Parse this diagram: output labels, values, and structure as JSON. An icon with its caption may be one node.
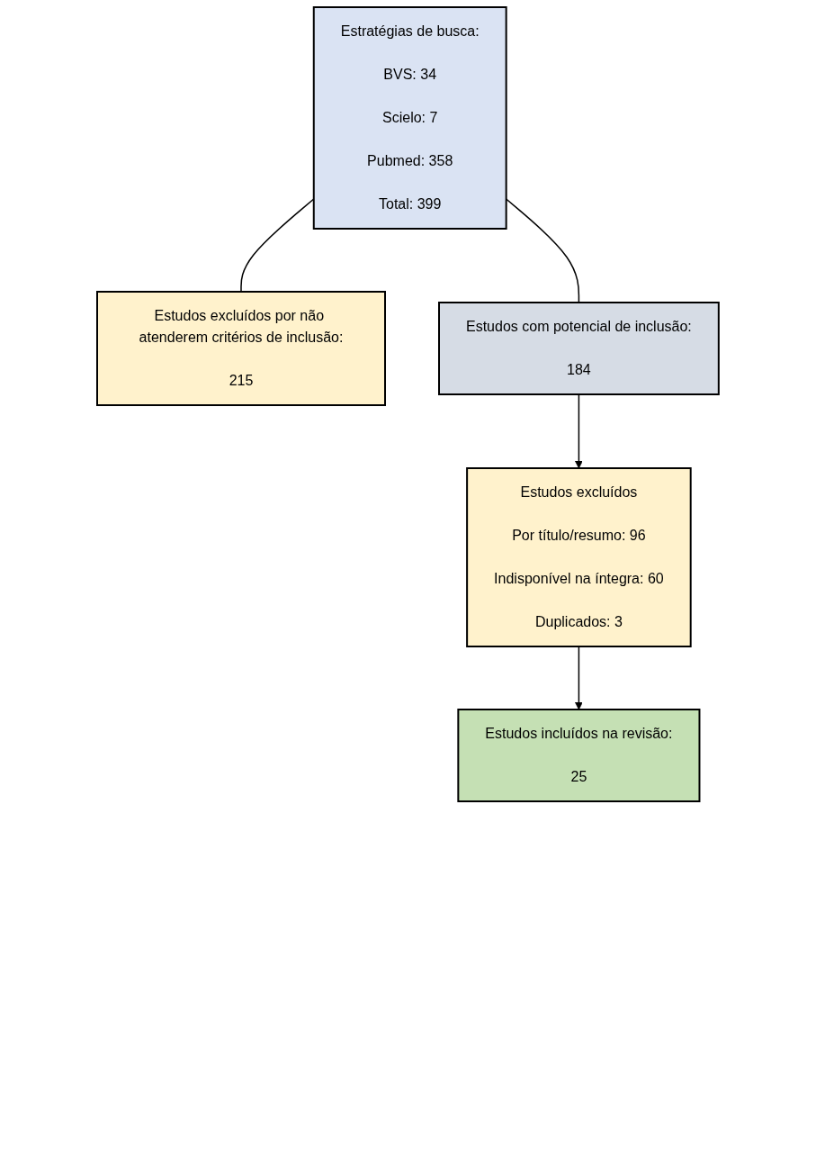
{
  "diagram": {
    "nodes": [
      {
        "text": [
          "Estratégias de busca:",
          "BVS: 34",
          "Scielo: 7",
          "Pubmed: 358",
          "Total: 399"
        ]
      },
      {
        "text": [
          "Estudos excluídos por não atenderem critérios de inclusão:",
          "215"
        ]
      },
      {
        "text": [
          "Estudos com potencial de inclusão:",
          "184"
        ]
      },
      {
        "text": [
          "Estudos excluídos",
          "Por título/resumo: 96",
          "Indisponível na íntegra: 60",
          "Duplicados: 3"
        ]
      },
      {
        "text": [
          "Estudos incluídos na revisão:",
          "25"
        ]
      }
    ],
    "edges": [
      {
        "from": 0,
        "to": 2,
        "arrow": "none"
      },
      {
        "from": 0,
        "to": 1,
        "arrow": "none"
      },
      {
        "from": 2,
        "to": 3,
        "arrow": "to"
      },
      {
        "from": 3,
        "to": 4,
        "arrow": "to"
      }
    ]
  }
}
